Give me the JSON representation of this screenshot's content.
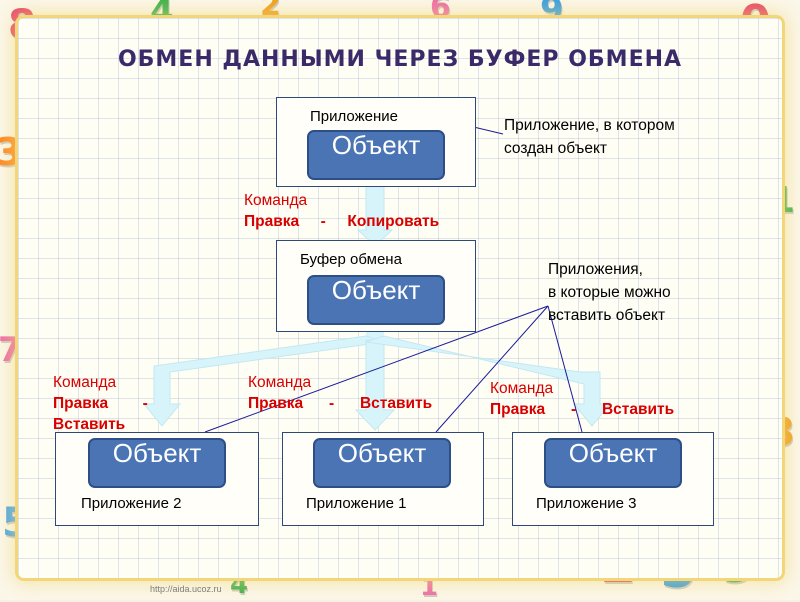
{
  "title": "ОБМЕН ДАННЫМИ ЧЕРЕЗ БУФЕР ОБМЕНА",
  "object_label": "Объект",
  "top_box": {
    "label": "Приложение"
  },
  "clipboard_box": {
    "label": "Буфер обмена"
  },
  "bottom_boxes": [
    {
      "label": "Приложение 2"
    },
    {
      "label": "Приложение 1"
    },
    {
      "label": "Приложение 3"
    }
  ],
  "copy_command": {
    "line1": "Команда",
    "line2": "Правка     -     Копировать"
  },
  "paste_commands": [
    {
      "line1": "Команда",
      "line2": "Правка        -",
      "line3": "Вставить"
    },
    {
      "line1": "Команда",
      "line2": "Правка      -      Вставить"
    },
    {
      "line1": "Команда",
      "line2": "Правка      -      Вставить"
    }
  ],
  "notes": {
    "source_app": [
      "Приложение, в котором",
      "создан объект"
    ],
    "target_apps": [
      "Приложения,",
      "в которые можно",
      "вставить объект"
    ]
  },
  "footer": "http://aida.ucoz.ru",
  "colors": {
    "title": "#3a2a6a",
    "object_fill": "#4a74b4",
    "command_text": "#d80000",
    "arrow_fill": "#d8f4fb",
    "connector_line": "#1a1a9a"
  }
}
